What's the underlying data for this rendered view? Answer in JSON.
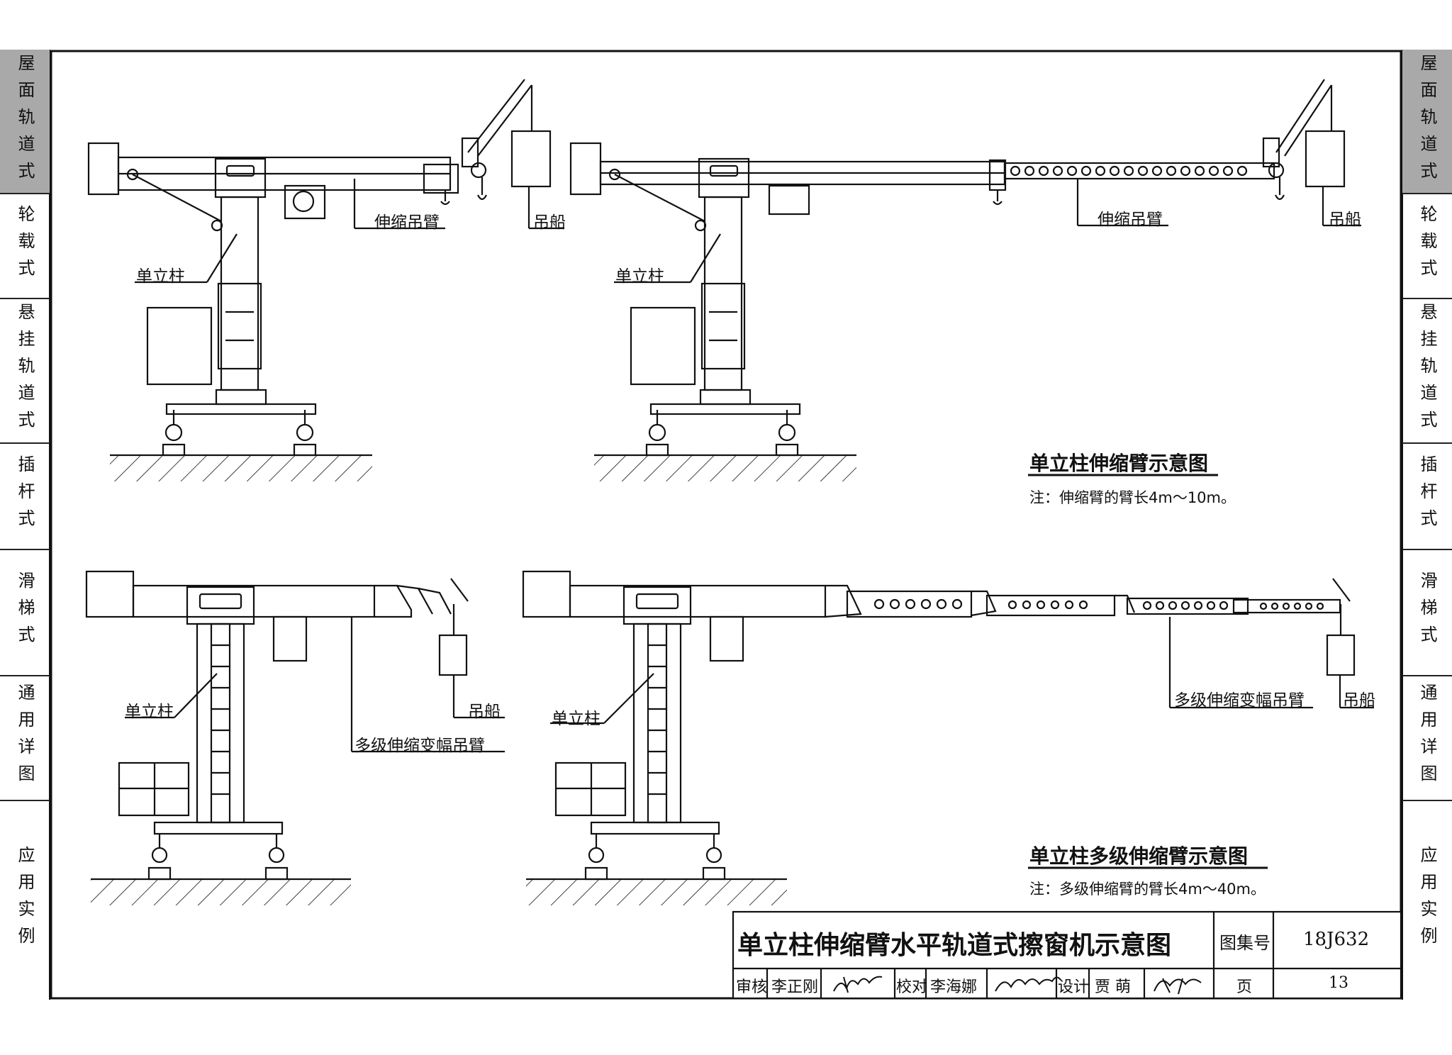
{
  "sidebar": {
    "tabs": [
      {
        "label": "屋面轨道式",
        "active": true
      },
      {
        "label": "轮载式",
        "active": false
      },
      {
        "label": "悬挂轨道式",
        "active": false
      },
      {
        "label": "插杆式",
        "active": false
      },
      {
        "label": "滑梯式",
        "active": false
      },
      {
        "label": "通用详图",
        "active": false
      },
      {
        "label": "应用实例",
        "active": false
      }
    ]
  },
  "figures": {
    "top": {
      "caption": "单立柱伸缩臂示意图",
      "note": "注：伸缩臂的臂长4m～10m。",
      "left": {
        "column": "单立柱",
        "boom": "伸缩吊臂",
        "gondola": "吊船"
      },
      "right": {
        "column": "单立柱",
        "boom": "伸缩吊臂",
        "gondola": "吊船"
      }
    },
    "bottom": {
      "caption": "单立柱多级伸缩臂示意图",
      "note": "注：多级伸缩臂的臂长4m～40m。",
      "left": {
        "column": "单立柱",
        "boom": "多级伸缩变幅吊臂",
        "gondola": "吊船"
      },
      "right": {
        "column": "单立柱",
        "boom": "多级伸缩变幅吊臂",
        "gondola": "吊船"
      }
    }
  },
  "title_block": {
    "title": "单立柱伸缩臂水平轨道式擦窗机示意图",
    "atlas_label": "图集号",
    "atlas_number": "18J632",
    "review_label": "审核",
    "reviewer": "李正刚",
    "check_label": "校对",
    "checker": "李海娜",
    "design_label": "设计",
    "designer": "贾 萌",
    "page_label": "页",
    "page_number": "13"
  },
  "colors": {
    "line": "#111111",
    "tab_active": "#a9a9a9"
  }
}
